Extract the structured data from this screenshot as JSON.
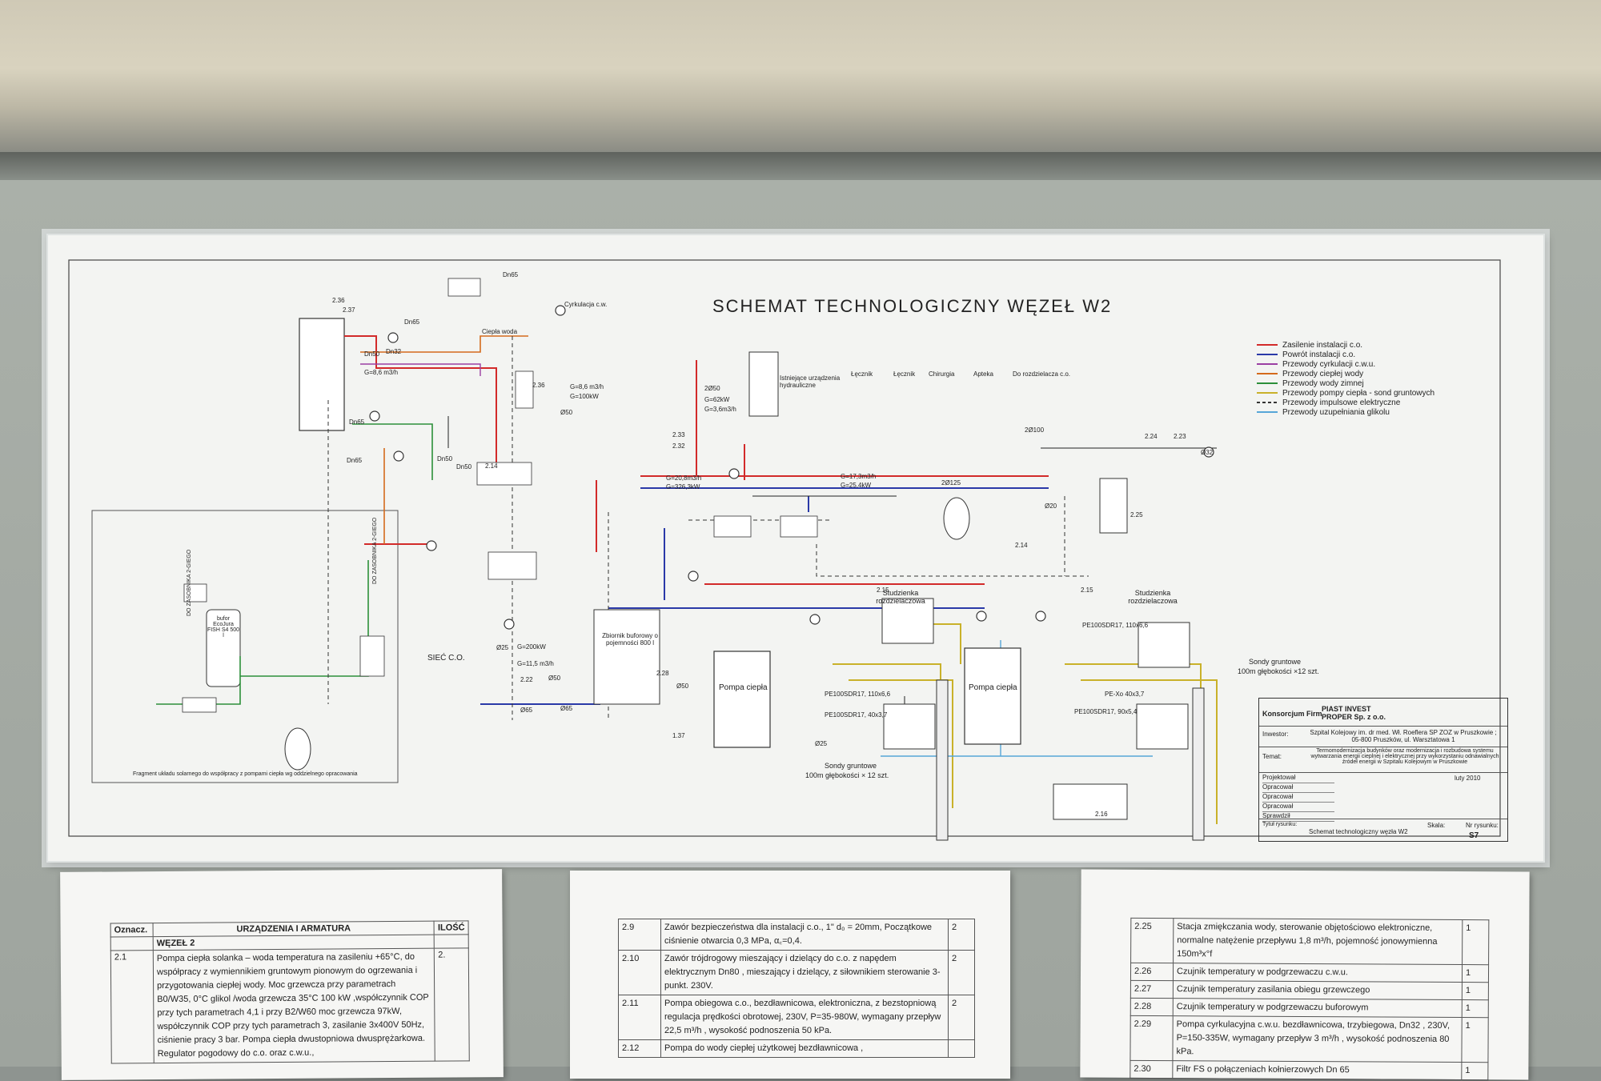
{
  "poster": {
    "title": "SCHEMAT TECHNOLOGICZNY WĘZEŁ W2",
    "legend": [
      {
        "label": "Zasilenie instalacji c.o.",
        "color": "#d22a2a",
        "dash": false
      },
      {
        "label": "Powrót instalacji c.o.",
        "color": "#2a39a8",
        "dash": false
      },
      {
        "label": "Przewody cyrkulacji c.w.u.",
        "color": "#9b3fa3",
        "dash": false
      },
      {
        "label": "Przewody ciepłej wody",
        "color": "#d46a1c",
        "dash": false
      },
      {
        "label": "Przewody wody zimnej",
        "color": "#2c8f3a",
        "dash": false
      },
      {
        "label": "Przewody pompy ciepła - sond gruntowych",
        "color": "#c9b12a",
        "dash": false
      },
      {
        "label": "Przewody impulsowe elektryczne",
        "color": "#333333",
        "dash": true
      },
      {
        "label": "Przewody uzupełniania glikolu",
        "color": "#56a6d8",
        "dash": false
      }
    ],
    "labels": {
      "siec": "SIEĆ C.O.",
      "zbiornik": "Zbiornik buforowy o pojemności 800 l",
      "pompa1": "Pompa ciepła",
      "pompa2": "Pompa ciepła",
      "studzienka1": "Studzienka rozdzielaczowa",
      "studzienka2": "Studzienka rozdzielaczowa",
      "sondy1": "Sondy gruntowe 100m głębokości × 12 szt.",
      "sondy2": "Sondy gruntowe 100m głębokości ×12 szt.",
      "bufor": "bufor EcoJura FISH S4 500 l",
      "fragment": "Fragment układu solarnego do współpracy z pompami ciepła wg oddzielnego opracowania",
      "istniejace": "Istniejące urządzenia hydrauliczne",
      "cieplaWoda": "Ciepła woda",
      "cyrkulacja": "Cyrkulacja c.w.",
      "gasn": "G=200kW",
      "g11": "G=11,5 m3/h"
    },
    "title_block": {
      "konsorcjum": "Konsorcjum Firm",
      "firma": "PIAST INVEST PROPER Sp. z o.o.",
      "inwestor_label": "Inwestor:",
      "inwestor": "Szpital Kolejowy im. dr med. Wł. Roeflera SP ZOZ w Pruszkowie ; 05-800 Pruszków, ul. Warsztatowa 1",
      "temat_label": "Temat:",
      "temat": "Termomodernizacja budynków oraz modernizacja i rozbudowa systemu wytwarzania energii cieplnej i elektrycznej przy wykorzystaniu odnawialnych źródeł energii w Szpitalu Kolejowym w Pruszkowie",
      "rows": [
        "Projektował",
        "Opracował",
        "Opracował",
        "Opracował",
        "Sprawdził"
      ],
      "date": "luty 2010",
      "tytul_label": "Tytuł rysunku:",
      "tytul": "Schemat technologiczny węzła W2",
      "skala_label": "Skala:",
      "nr_label": "Nr rysunku:",
      "nr": "S7"
    }
  },
  "sheet1": {
    "headers": [
      "Oznacz.",
      "URZĄDZENIA I ARMATURA",
      "ILOŚĆ"
    ],
    "section": "WĘZEŁ 2",
    "rows": [
      {
        "code": "2.1",
        "text": "Pompa ciepła solanka – woda temperatura na zasileniu +65°C, do współpracy z wymiennikiem gruntowym pionowym do ogrzewania i przygotowania ciepłej wody. Moc grzewcza przy parametrach B0/W35, 0°C glikol /woda grzewcza 35°C 100 kW ,współczynnik COP przy tych parametrach 4,1 i przy B2/W60 moc grzewcza 97kW, współczynnik COP przy tych parametrach 3, zasilanie 3x400V 50Hz, ciśnienie pracy 3 bar. Pompa ciepła dwustopniowa dwusprężarkowa. Regulator pogodowy do c.o. oraz c.w.u.,",
        "qty": "2."
      }
    ]
  },
  "sheet2": {
    "rows": [
      {
        "code": "2.9",
        "text": "Zawór bezpieczeństwa dla instalacji c.o., 1\" d₀ = 20mm, Początkowe ciśnienie otwarcia 0,3 MPa, α꜀=0,4.",
        "qty": "2"
      },
      {
        "code": "2.10",
        "text": "Zawór trójdrogowy mieszający i dzielący do c.o. z napędem elektrycznym Dn80 , mieszający i dzielący, z siłownikiem sterowanie 3-punkt. 230V.",
        "qty": "2"
      },
      {
        "code": "2.11",
        "text": "Pompa obiegowa c.o., bezdławnicowa, elektroniczna, z bezstopniową regulacja prędkości obrotowej, 230V, P=35-980W, wymagany przepływ 22,5 m³/h , wysokość podnoszenia 50 kPa.",
        "qty": "2"
      },
      {
        "code": "2.12",
        "text": "Pompa do wody ciepłej użytkowej bezdławnicowa ,",
        "qty": ""
      }
    ]
  },
  "sheet3": {
    "rows": [
      {
        "code": "2.25",
        "text": "Stacja zmiękczania wody, sterowanie objętościowo elektroniczne, normalne natężenie przepływu 1,8 m³/h, pojemność jonowymienna 150m³x°f",
        "qty": "1"
      },
      {
        "code": "2.26",
        "text": "Czujnik temperatury w podgrzewaczu c.w.u.",
        "qty": "1"
      },
      {
        "code": "2.27",
        "text": "Czujnik temperatury zasilania obiegu grzewczego",
        "qty": "1"
      },
      {
        "code": "2.28",
        "text": "Czujnik temperatury w podgrzewaczu buforowym",
        "qty": "1"
      },
      {
        "code": "2.29",
        "text": "Pompa cyrkulacyjna c.w.u. bezdławnicowa, trzybiegowa, Dn32 , 230V, P=150-335W, wymagany przepływ 3 m³/h , wysokość podnoszenia 80 kPa.",
        "qty": "1"
      },
      {
        "code": "2.30",
        "text": "Filtr FS o połączeniach kołnierzowych Dn 65",
        "qty": "1"
      }
    ]
  }
}
